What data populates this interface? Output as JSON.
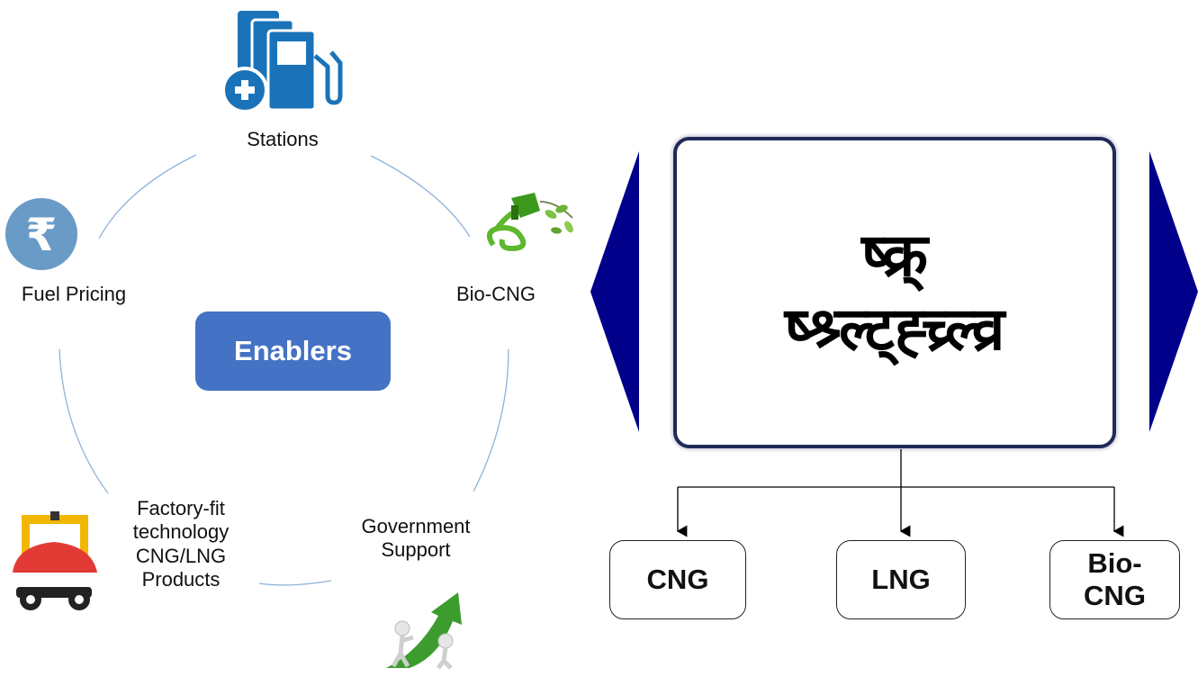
{
  "enablers": {
    "center_label": "Enablers",
    "items": [
      {
        "label": "Stations",
        "icon": "fuel-pump-icon"
      },
      {
        "label": "Bio-CNG",
        "icon": "green-fuel-nozzle-icon"
      },
      {
        "label": "Government Support",
        "icon": "climbing-arrow-icon"
      },
      {
        "label": "Factory-fit technology CNG/LNG Products",
        "icon": "vehicle-lift-icon"
      },
      {
        "label": "Fuel Pricing",
        "icon": "rupee-coin-icon"
      }
    ]
  },
  "main_box": {
    "title_line1": "ष्क्र्",
    "title_line2": "ष्श्र्ल्ट्ह्च्र्ल्व्र"
  },
  "fuels": [
    "CNG",
    "LNG",
    "Bio-CNG"
  ],
  "colors": {
    "enablers_fill": "#4472c4",
    "arrow_fill": "#00008b",
    "box_border": "#1f2a56",
    "circle_line": "#8fb3d9",
    "station_icon": "#1a73b8",
    "rupee_coin": "#6a9bc7"
  }
}
